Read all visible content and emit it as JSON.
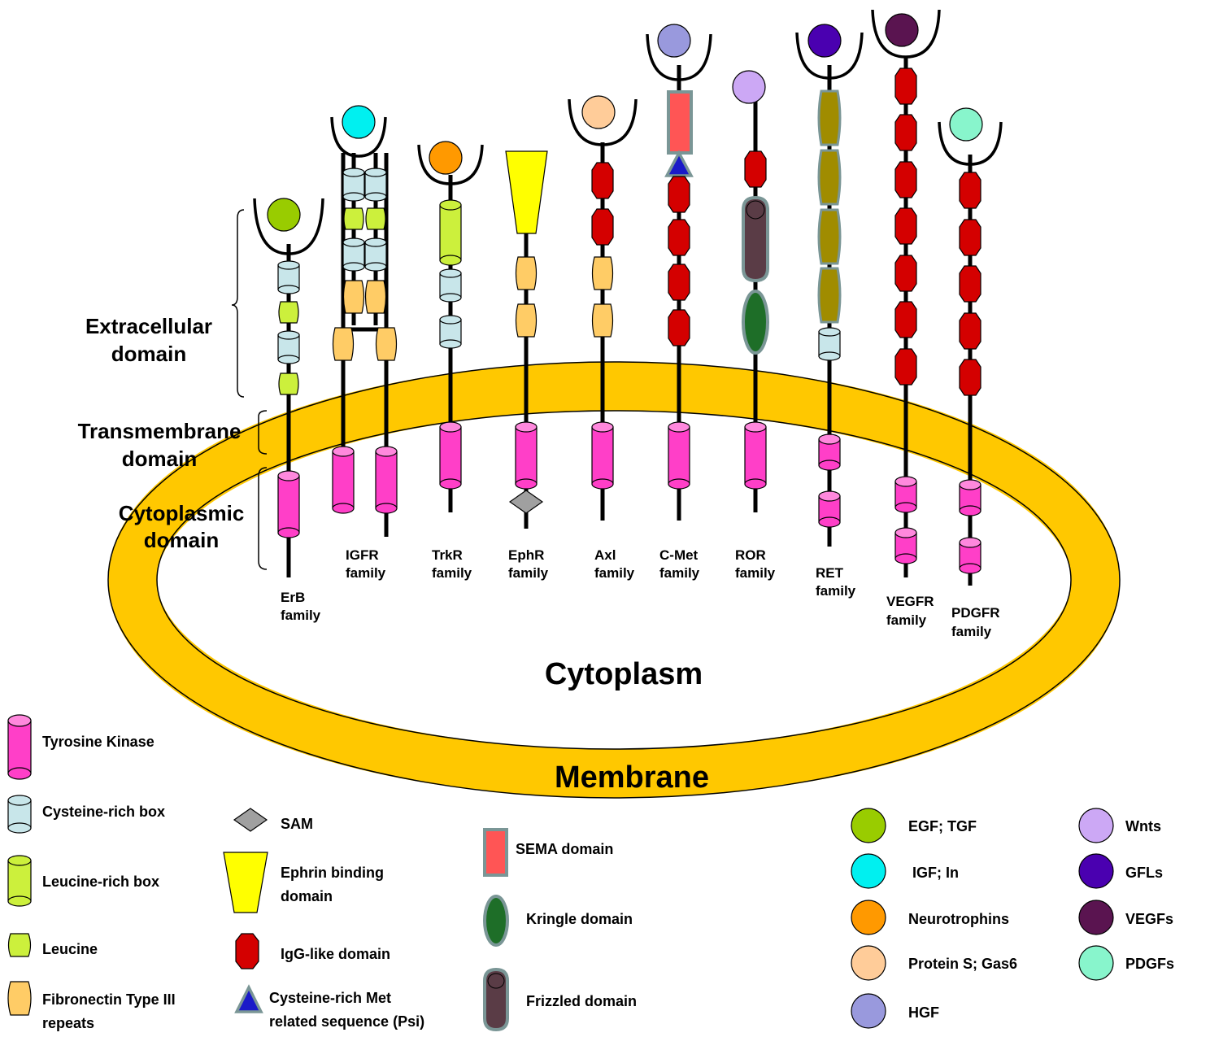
{
  "colors": {
    "membrane": "#FFC800",
    "tyrosine_kinase": "#FF3FC8",
    "tyrosine_kinase_top": "#FF88DD",
    "cysteine_rich": "#C8E6EA",
    "leucine": "#CCF03C",
    "fibronectin": "#FFCC66",
    "igg": "#D40000",
    "ephrin": "#FFFF00",
    "sam": "#A0A0A0",
    "sema": "#FF5555",
    "psi": "#1A1AC8",
    "kringle": "#1E6E28",
    "frizzled": "#5A3C46",
    "ret_box": "#A08C00",
    "outline_grey": "#7A9696"
  },
  "labels": {
    "extracellular_1": "Extracellular",
    "extracellular_2": "domain",
    "transmembrane_1": "Transmembrane",
    "transmembrane_2": "domain",
    "cytoplasmic_1": "Cytoplasmic",
    "cytoplasmic_2": "domain",
    "cytoplasm": "Cytoplasm",
    "membrane": "Membrane"
  },
  "families": [
    {
      "line1": "ErB",
      "line2": "family",
      "ligand": "#99CC00"
    },
    {
      "line1": "IGFR",
      "line2": "family",
      "ligand": "#00F0F0"
    },
    {
      "line1": "TrkR",
      "line2": "family",
      "ligand": "#FF9900"
    },
    {
      "line1": "EphR",
      "line2": "family",
      "ligand": null
    },
    {
      "line1": "Axl",
      "line2": "family",
      "ligand": "#FFCC99"
    },
    {
      "line1": "C-Met",
      "line2": "family",
      "ligand": "#9999DD"
    },
    {
      "line1": "ROR",
      "line2": "family",
      "ligand": "#CCA8F5"
    },
    {
      "line1": "RET",
      "line2": "family",
      "ligand": "#4A00B0"
    },
    {
      "line1": "VEGFR",
      "line2": "family",
      "ligand": "#5A1450"
    },
    {
      "line1": "PDGFR",
      "line2": "family",
      "ligand": "#88F5CC"
    }
  ],
  "legend_domains": {
    "tk": "Tyrosine Kinase",
    "cys": "Cysteine-rich  box",
    "leu_box": "Leucine-rich  box",
    "leucine": "Leucine",
    "fn_1": "Fibronectin Type III",
    "fn_2": "repeats",
    "sam": "SAM",
    "ephrin_1": "Ephrin binding",
    "ephrin_2": "domain",
    "igg": "IgG-like domain",
    "psi_1": "Cysteine-rich  Met",
    "psi_2": "related sequence  (Psi)",
    "sema": "SEMA domain",
    "kringle": "Kringle domain",
    "frizzled": "Frizzled domain"
  },
  "legend_ligands": [
    {
      "label": "EGF; TGF",
      "color": "#99CC00"
    },
    {
      "label": " IGF; In",
      "color": "#00F0F0"
    },
    {
      "label": "Neurotrophins",
      "color": "#FF9900"
    },
    {
      "label": "Protein S; Gas6",
      "color": "#FFCC99"
    },
    {
      "label": "HGF",
      "color": "#9999DD"
    },
    {
      "label": "Wnts",
      "color": "#CCA8F5"
    },
    {
      "label": "GFLs",
      "color": "#4A00B0"
    },
    {
      "label": "VEGFs",
      "color": "#5A1450"
    },
    {
      "label": "PDGFs",
      "color": "#88F5CC"
    }
  ]
}
